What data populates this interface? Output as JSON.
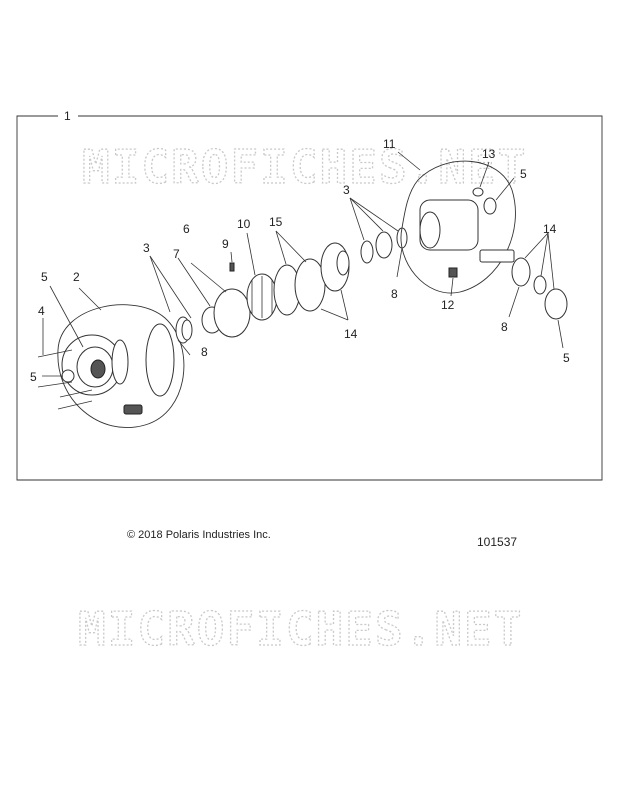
{
  "watermark": "MICROFICHES.NET",
  "assembly_callout": "1",
  "callouts": {
    "c2": "2",
    "c3a": "3",
    "c3b": "3",
    "c4": "4",
    "c5a": "5",
    "c5b": "5",
    "c5c": "5",
    "c5d": "5",
    "c6": "6",
    "c7": "7",
    "c8a": "8",
    "c8b": "8",
    "c8c": "8",
    "c9": "9",
    "c10": "10",
    "c11": "11",
    "c12": "12",
    "c13": "13",
    "c14a": "14",
    "c14b": "14",
    "c15": "15"
  },
  "footer": {
    "copyright": "© 2018 Polaris Industries Inc.",
    "figure_number": "101537"
  }
}
